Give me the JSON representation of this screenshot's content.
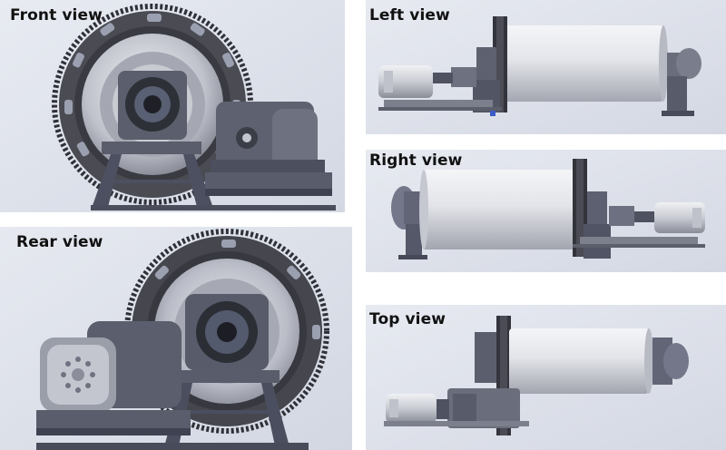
{
  "views": {
    "front": {
      "label": "Front view"
    },
    "rear": {
      "label": "Rear view"
    },
    "left": {
      "label": "Left view"
    },
    "right": {
      "label": "Right view"
    },
    "top": {
      "label": "Top view"
    }
  },
  "colors": {
    "background_panel": "#dfe3ec",
    "gear_dark": "#3b3c44",
    "machine_grey": "#6c6f7c",
    "drum_light": "#e9eaef",
    "base_frame": "#55596a",
    "bearing_blue": "#3a5cc4"
  }
}
